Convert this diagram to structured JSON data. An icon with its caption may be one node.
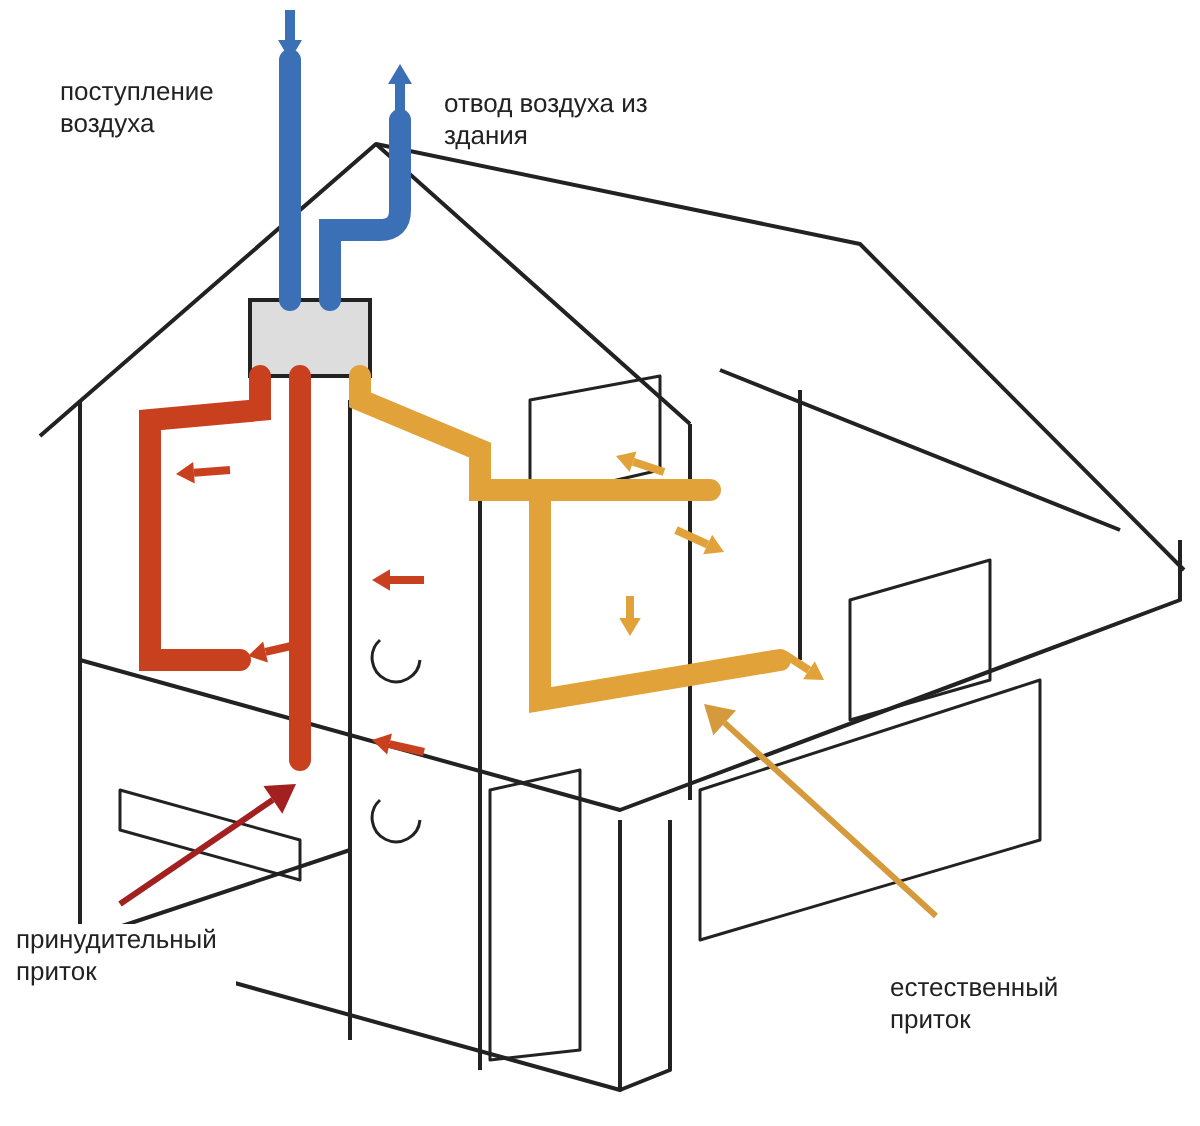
{
  "diagram": {
    "labels": [
      "поступление воздуха",
      "отвод воздуха из здания",
      "принудительный приток",
      "естественный приток"
    ]
  }
}
